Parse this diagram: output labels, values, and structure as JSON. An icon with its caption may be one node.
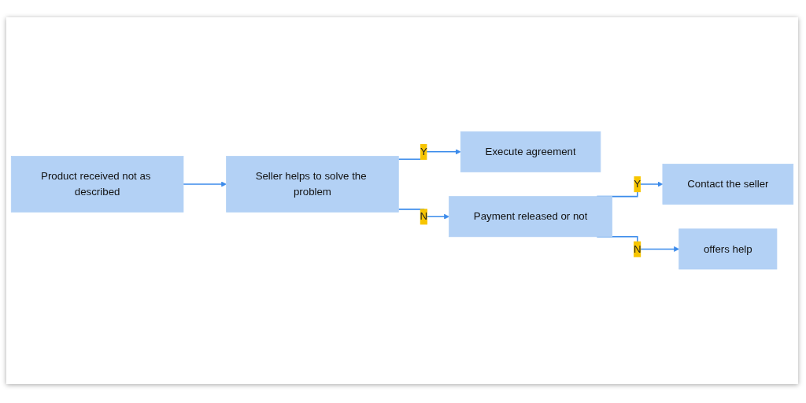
{
  "diagram": {
    "nodes": [
      {
        "text": [
          "Product received not as described"
        ]
      },
      {
        "text": [
          "Seller helps to solve the problem"
        ]
      },
      {
        "text": [
          "Execute agreement"
        ]
      },
      {
        "text": [
          "Payment released or not"
        ]
      },
      {
        "text": [
          "Contact the seller"
        ]
      },
      {
        "text": [
          "offers help"
        ]
      }
    ],
    "edges": [
      {
        "from": 0,
        "to": 1,
        "arrow": "to"
      },
      {
        "from": 1,
        "to": 2,
        "arrow": "to",
        "label": "Y"
      },
      {
        "from": 1,
        "to": 3,
        "arrow": "to",
        "label": "N"
      },
      {
        "from": 3,
        "to": 4,
        "arrow": "to",
        "label": "Y"
      },
      {
        "from": 3,
        "to": 5,
        "arrow": "to",
        "label": "N"
      }
    ]
  }
}
